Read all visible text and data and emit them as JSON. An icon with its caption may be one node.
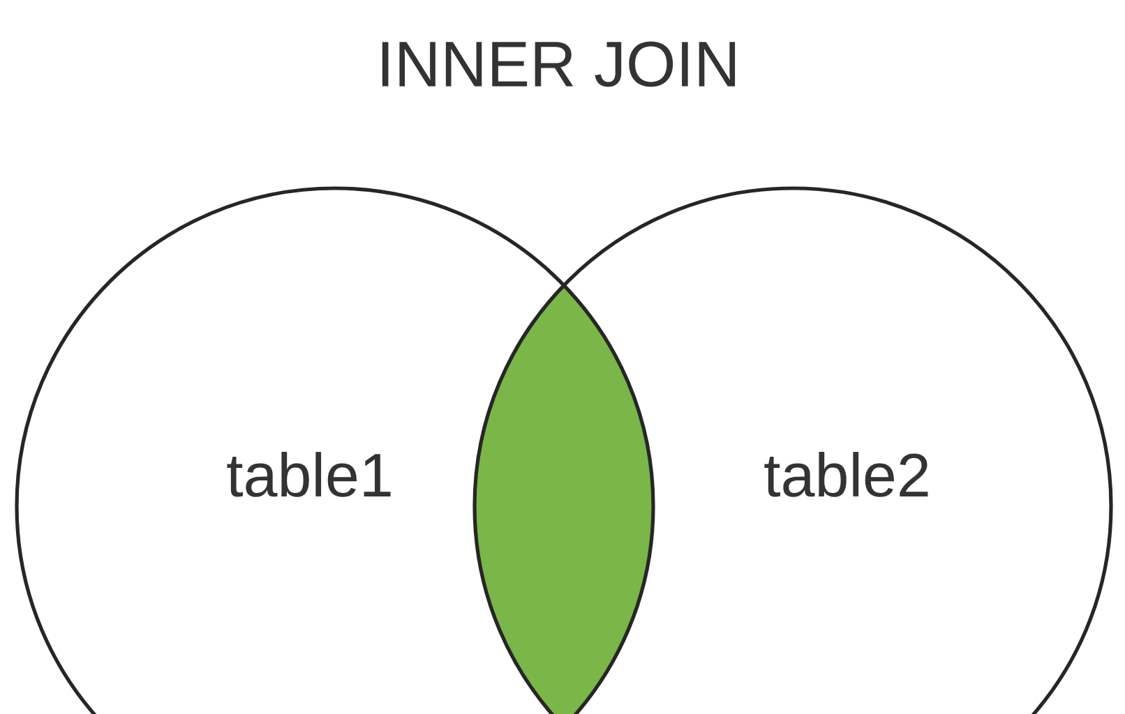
{
  "diagram": {
    "title": "INNER JOIN",
    "nodes": [
      {
        "text": [
          "table1"
        ]
      },
      {
        "text": [],
        "shape": "lens"
      },
      {
        "text": [
          "table2"
        ]
      }
    ]
  }
}
